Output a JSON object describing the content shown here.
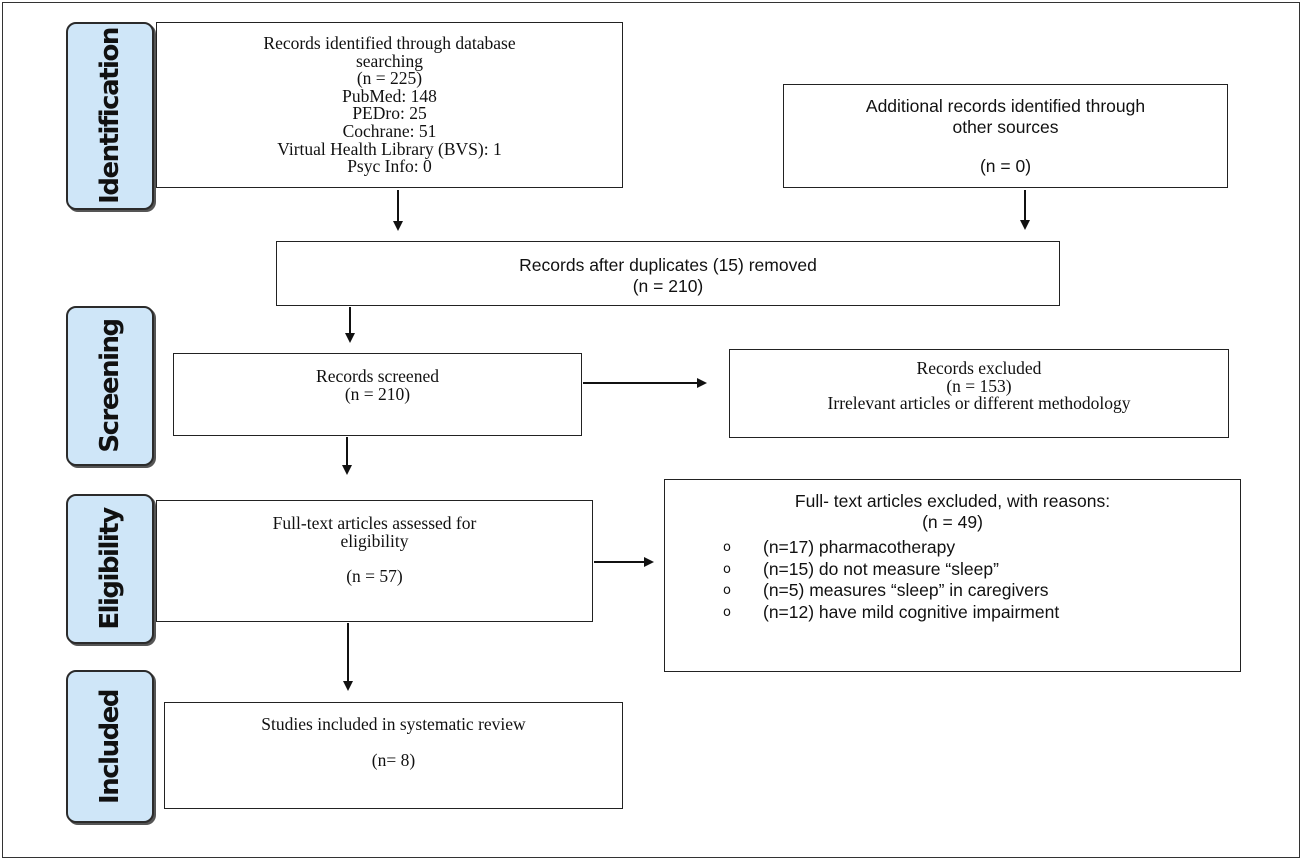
{
  "stages": {
    "identification": "Identification",
    "screening": "Screening",
    "eligibility": "Eligibility",
    "included": "Included"
  },
  "identified": {
    "lines": [
      "Records identified through database",
      "searching",
      "(n = 225)",
      "PubMed: 148",
      "PEDro: 25",
      "Cochrane: 51",
      "Virtual Health Library (BVS): 1",
      "Psyc Info: 0"
    ]
  },
  "additional": {
    "line1": "Additional records identified through",
    "line2": "other sources",
    "count": "(n = 0)"
  },
  "duplicates": {
    "line1": "Records after duplicates (15) removed",
    "count": "(n = 210)"
  },
  "screened": {
    "line1": "Records screened",
    "count": "(n = 210)"
  },
  "excluded": {
    "line1": "Records excluded",
    "count": "(n = 153)",
    "reason": "Irrelevant articles or different methodology"
  },
  "fulltext": {
    "line1": "Full-text articles assessed for",
    "line2": "eligibility",
    "count": "(n = 57)"
  },
  "fulltext_excluded": {
    "title": "Full- text articles excluded, with reasons:",
    "count": "(n = 49)",
    "bullet_symbol": "o",
    "reasons": [
      "(n=17) pharmacotherapy",
      "(n=15) do not measure “sleep”",
      "(n=5) measures “sleep” in caregivers",
      "(n=12) have mild cognitive impairment"
    ]
  },
  "included": {
    "line1": "Studies included in systematic review",
    "count": "(n= 8)"
  }
}
